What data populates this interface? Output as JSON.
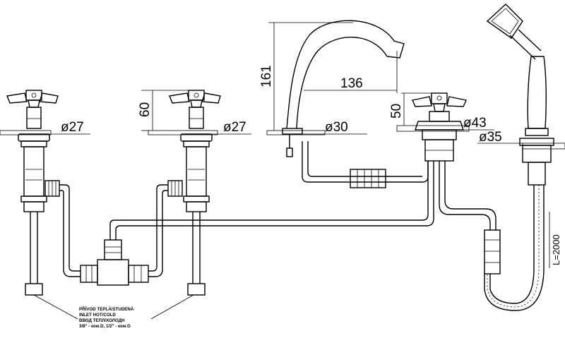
{
  "dimensions": {
    "d27_left": "ø27",
    "d27_right": "ø27",
    "d30": "ø30",
    "d43": "ø43",
    "d35": "ø35",
    "h60": "60",
    "h161": "161",
    "w136": "136",
    "h50": "50",
    "l2000": "L=2000"
  },
  "note": {
    "line1": "PŘÍVOD TEPLÁ/STUDENÁ",
    "line2": "INLET HOT/COLD",
    "line3": "ВВОД ТЕПЛ/ХОЛОДН",
    "line4": "3/8\" - ком.D, 1/2\" - ком.G"
  }
}
